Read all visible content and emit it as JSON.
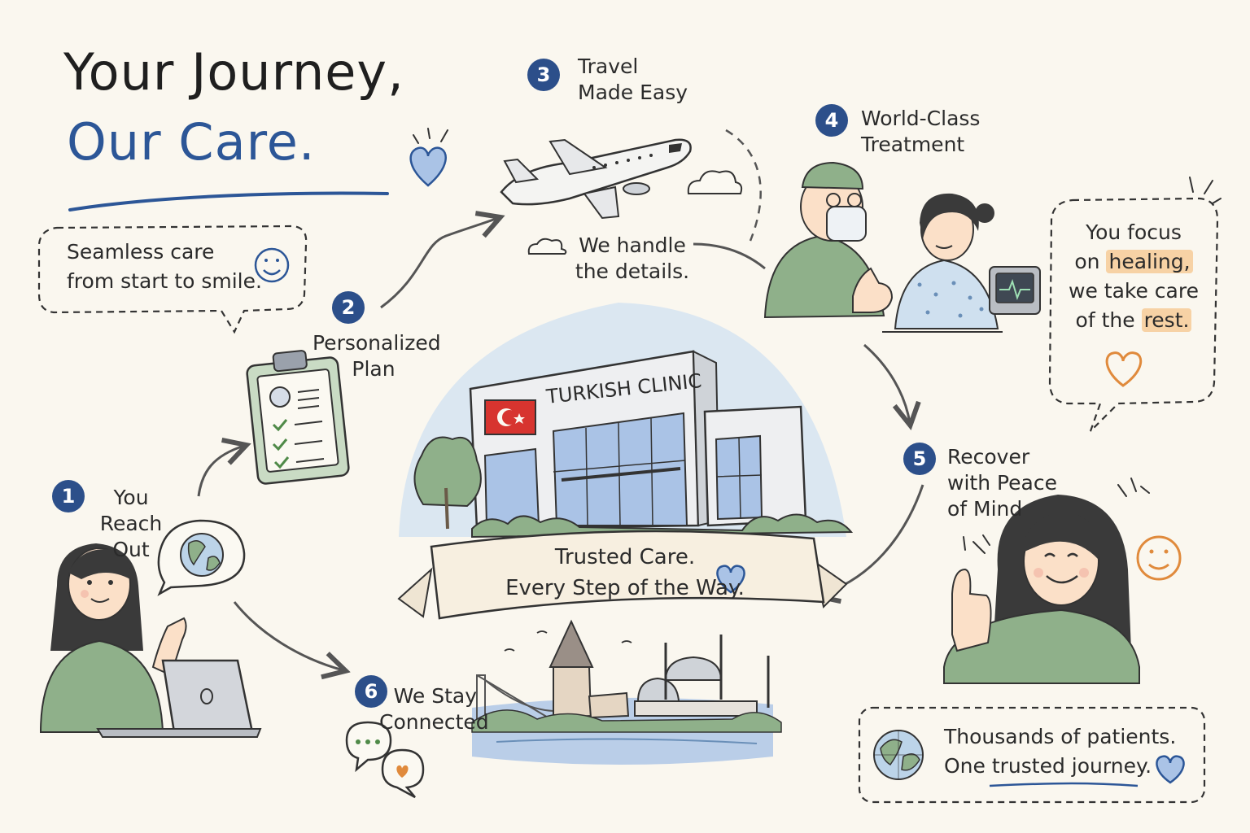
{
  "title": {
    "line1": "Your Journey,",
    "line2": "Our Care."
  },
  "speech_top": {
    "line1": "Seamless care",
    "line2": "from start to smile."
  },
  "steps": [
    {
      "number": "1",
      "line1": "You Reach",
      "line2": "Out"
    },
    {
      "number": "2",
      "line1": "Personalized",
      "line2": "Plan"
    },
    {
      "number": "3",
      "line1": "Travel",
      "line2": "Made Easy"
    },
    {
      "number": "4",
      "line1": "World-Class",
      "line2": "Treatment"
    },
    {
      "number": "5",
      "line1": "Recover",
      "line2": "with Peace",
      "line3": "of Mind"
    },
    {
      "number": "6",
      "line1": "We Stay",
      "line2": "Connected"
    }
  ],
  "travel_note": {
    "line1": "We handle",
    "line2": "the details."
  },
  "clinic_sign": "TURKISH CLINIC",
  "banner": {
    "line1": "Trusted Care.",
    "line2": "Every Step of the Way."
  },
  "speech_right": {
    "line1": "You focus",
    "line2_pre": "on ",
    "line2_hl": "healing,",
    "line3": "we take care",
    "line4_pre": "of the ",
    "line4_hl": "rest."
  },
  "bottom_box": {
    "line1": "Thousands of patients.",
    "line2": "One trusted journey."
  },
  "colors": {
    "navy": "#2c4f8a",
    "blue_text": "#2c5697",
    "green": "#8fb08a",
    "orange": "#e08a3c",
    "highlight": "#f7d2a5",
    "flag_red": "#d7342f"
  }
}
